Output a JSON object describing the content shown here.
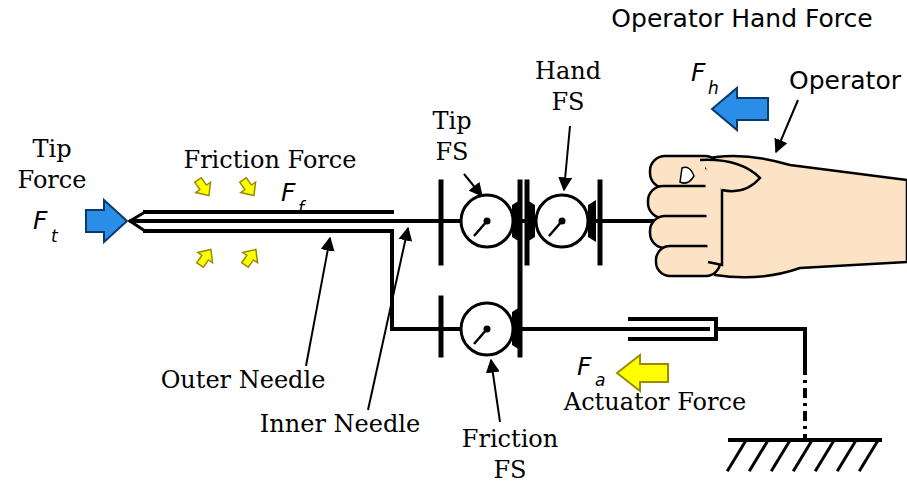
{
  "diagram": {
    "labels": [
      "Operator Hand Force",
      "F",
      "h",
      "Operator",
      "Tip FS",
      "Hand FS",
      "Tip Force",
      "F",
      "t",
      "Friction Force",
      "F",
      "f",
      "Outer Needle",
      "Inner Needle",
      "F",
      "a",
      "Actuator Force",
      "Friction FS"
    ]
  }
}
